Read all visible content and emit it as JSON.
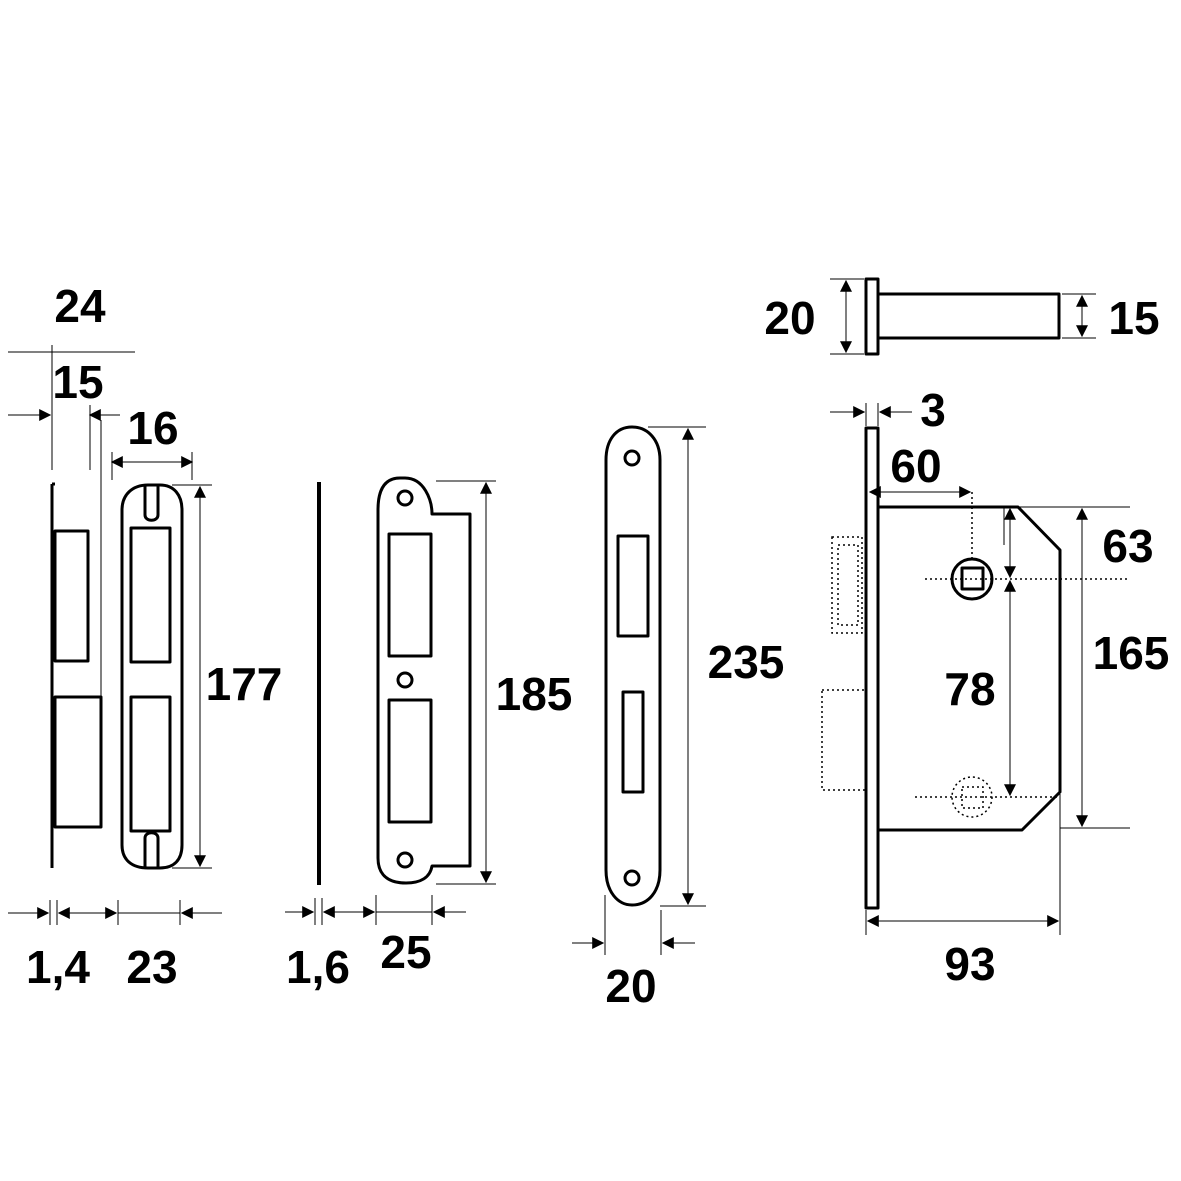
{
  "dimensions": {
    "strike_slot_width": "24",
    "strike_slot_inner": "15",
    "strike_front_width": "16",
    "strike_height": "177",
    "strike_thickness": "1,4",
    "strike_depth": "23",
    "faceplate_thickness": "1,6",
    "faceplate_width": "25",
    "faceplate_height": "185",
    "long_plate_height": "235",
    "long_plate_width": "20",
    "cylinder_head": "20",
    "cylinder_pin": "15",
    "lock_plate_thickness": "3",
    "backset": "60",
    "upper_offset": "63",
    "center_distance": "78",
    "case_height": "165",
    "case_depth": "93"
  }
}
